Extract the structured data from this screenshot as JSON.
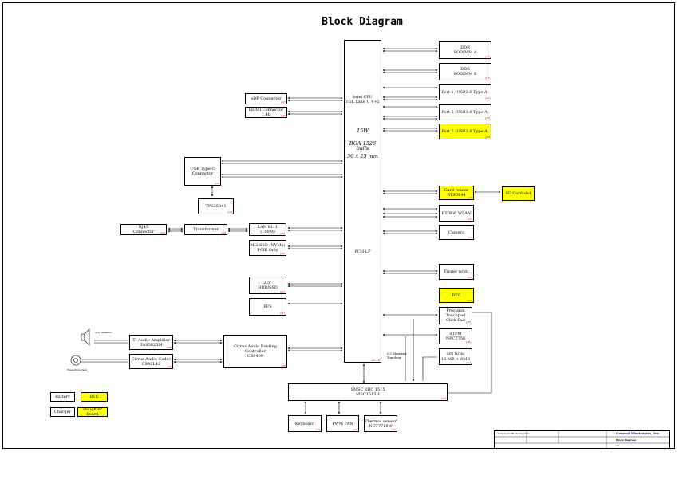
{
  "title": "Block Diagram",
  "cpu": {
    "line1": "Intel CPU",
    "line2": "TGL Lake U 4+2",
    "tdp": "15W",
    "package": "BGA 1526 balls",
    "size": "50 x 25 mm",
    "pch": "PCH-LP",
    "ref": "p2~13"
  },
  "boxes": {
    "dimm1": {
      "label1": "DDR",
      "label2": "SODIMM A",
      "ref": "p15"
    },
    "dimm2": {
      "label1": "DDR",
      "label2": "SODIMM B",
      "ref": "p16"
    },
    "port1": {
      "label": "Port 1 (USB3.0 Type A)",
      "ref": "p23"
    },
    "port3": {
      "label": "Port 3 (USB3.0 Type A)",
      "ref": "p24"
    },
    "port2": {
      "label": "Port 2 (USB3.0 Type A)",
      "ref": "p23"
    },
    "cardreader": {
      "label1": "Card reader",
      "label2": "RTS5144",
      "ref": "p36"
    },
    "sdcard": {
      "label": "SD Card slot"
    },
    "btwlan": {
      "label": "BT/Wifi WLAN",
      "ref": "p37"
    },
    "camera": {
      "label": "Camera",
      "ref": "p26"
    },
    "fingerprint": {
      "label": "Finger print",
      "ref": "p32"
    },
    "rtc": {
      "label": "RTC",
      "ref": "p34"
    },
    "touchpad": {
      "label1": "Precision",
      "label2": "Touchpad",
      "label3": "Click Pad",
      "ref": "p35"
    },
    "tpm": {
      "label1": "dTPM",
      "label2": "NPCT750",
      "ref": "p39"
    },
    "spirom": {
      "label1": "SPI ROM",
      "label2": "16 MB + 8MB",
      "ref": "p12"
    },
    "edp": {
      "label": "eDP Connector",
      "ref": "p25"
    },
    "hdmi": {
      "label": "HDMI Connector 1.4b",
      "ref": "p26"
    },
    "usbc": {
      "label1": "USB Type-C",
      "label2": "Connector",
      "ref": "p21"
    },
    "tps": {
      "label": "TPS25841",
      "ref": "p22"
    },
    "rj45": {
      "label1": "RJ45",
      "label2": "Connector",
      "ref": "p28"
    },
    "transformer": {
      "label": "Transformer",
      "ref": "p29"
    },
    "lan": {
      "label1": "LAN 8111",
      "label2": "(100M)",
      "ref": "p28"
    },
    "m2ssd": {
      "label1": "M.2 SSD (NVMe)",
      "label2": "PCIE Only",
      "ref": "p30"
    },
    "hdd": {
      "label1": "2.5\"",
      "label2": "HDD/SSD",
      "ref": "p27"
    },
    "ffs": {
      "label": "FFS",
      "ref": "p27"
    },
    "amp": {
      "label1": "TI Audio Amplifier",
      "label2": "TAS5825M",
      "ref": "p40"
    },
    "codec": {
      "label1": "Cirrus Audio Codec",
      "label2": "CS42L42",
      "ref": "p40"
    },
    "cirrus": {
      "label1": "Cirrus Audio Routing Controller",
      "label2": "CS8409",
      "ref": "p38"
    },
    "ec": {
      "label1": "SMSC KBC 1515",
      "label2": "MEC1515H",
      "ref": "p33"
    },
    "keyboard": {
      "label": "Keyboard",
      "ref": "p38"
    },
    "fan": {
      "label": "PWM FAN",
      "ref": "p38"
    },
    "thermal": {
      "label1": "Thermal sensor",
      "label2": "NCT7718W",
      "ref": "p40"
    },
    "battery": {
      "label": "Battery"
    },
    "charger": {
      "label": "Charger"
    },
    "rtc2": {
      "label": "RTC"
    },
    "daughter": {
      "label": "Daughter board"
    }
  },
  "side_labels": {
    "speaker": "Spk  Speakers",
    "headphone": "Headphone Jack",
    "g3": "G3 Shutting Topology"
  },
  "titleblock": {
    "company": "General Electronics, Inc.",
    "doc_title": "Block Diagram",
    "size": "A3",
    "schematic": "Schematic Block Diagram"
  }
}
